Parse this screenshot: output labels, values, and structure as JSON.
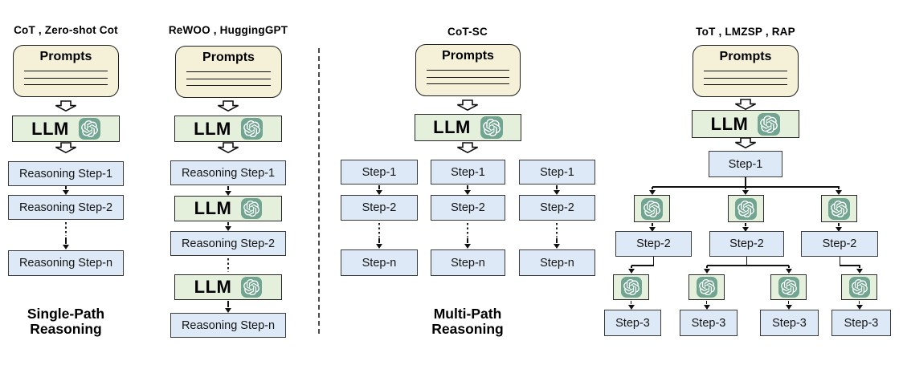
{
  "col1": {
    "title": "CoT , Zero-shot Cot",
    "prompts_label": "Prompts",
    "llm_label": "LLM",
    "steps": [
      "Reasoning Step-1",
      "Reasoning Step-2",
      "Reasoning Step-n"
    ],
    "caption_lines": [
      "Single-Path",
      "Reasoning"
    ]
  },
  "col2": {
    "title": "ReWOO , HuggingGPT",
    "prompts_label": "Prompts",
    "llm_label": "LLM",
    "steps": [
      "Reasoning Step-1",
      "Reasoning Step-2",
      "Reasoning Step-n"
    ]
  },
  "col3": {
    "title": "CoT-SC",
    "prompts_label": "Prompts",
    "llm_label": "LLM",
    "chains": [
      [
        "Step-1",
        "Step-2",
        "Step-n"
      ],
      [
        "Step-1",
        "Step-2",
        "Step-n"
      ],
      [
        "Step-1",
        "Step-2",
        "Step-n"
      ]
    ],
    "caption_lines": [
      "Multi-Path",
      "Reasoning"
    ]
  },
  "col4": {
    "title": "ToT , LMZSP , RAP",
    "prompts_label": "Prompts",
    "llm_label": "LLM",
    "root_step": "Step-1",
    "level2_steps": [
      "Step-2",
      "Step-2",
      "Step-2"
    ],
    "level3_steps": [
      "Step-3",
      "Step-3",
      "Step-3",
      "Step-3"
    ]
  },
  "colors": {
    "prompts_fill": "#f5f1d8",
    "llm_fill": "#e5f0dc",
    "step_fill": "#dde9f6",
    "openai_icon_teal": "#72a591",
    "line_color": "#111111"
  },
  "icons": {
    "llm_logo": "openai-logo",
    "flow_arrow": "down-block-arrow"
  }
}
